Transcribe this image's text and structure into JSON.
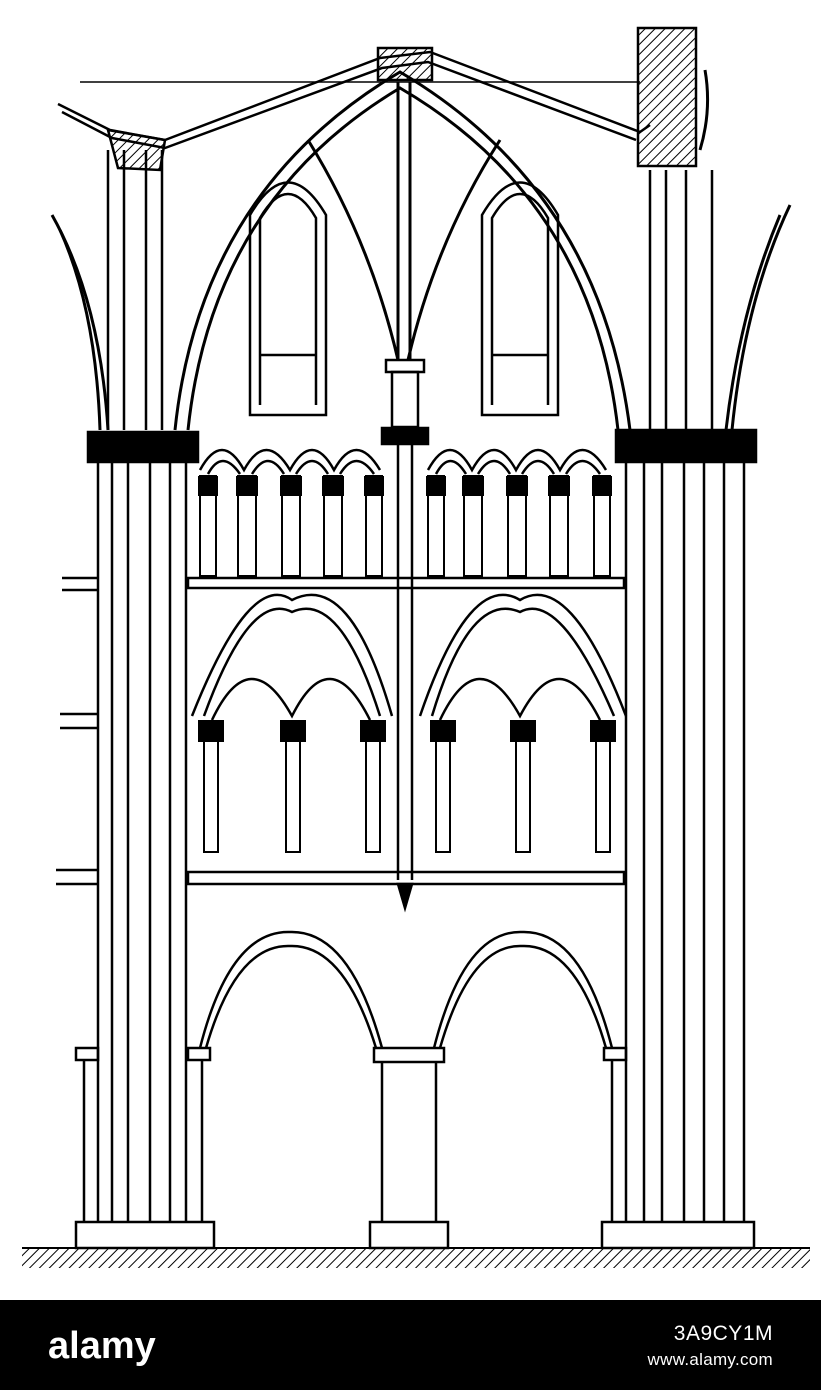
{
  "watermark": {
    "logo_text": "alamy",
    "image_id": "3A9CY1M",
    "site_url": "www.alamy.com",
    "bar_color": "#000000",
    "text_color": "#ffffff"
  },
  "illustration": {
    "ink_color": "#000000",
    "paper_color": "#ffffff"
  }
}
